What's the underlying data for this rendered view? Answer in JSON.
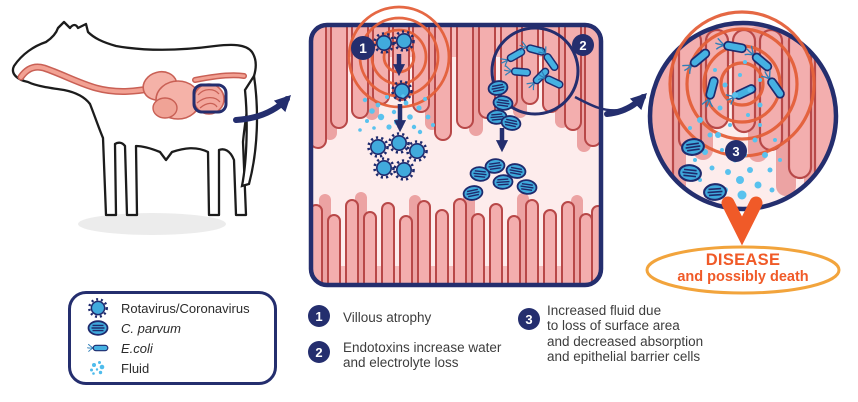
{
  "legend": {
    "items": [
      {
        "icon": "rotavirus-icon",
        "label": "Rotavirus/Coronavirus"
      },
      {
        "icon": "cparvum-icon",
        "label": "C. parvum"
      },
      {
        "icon": "ecoli-icon",
        "label": "E.coli"
      },
      {
        "icon": "fluid-icon",
        "label": "Fluid"
      }
    ]
  },
  "annotations": [
    {
      "number": "1",
      "lines": [
        "Villous atrophy"
      ]
    },
    {
      "number": "2",
      "lines": [
        "Endotoxins increase water",
        "and electrolyte loss"
      ]
    },
    {
      "number": "3",
      "lines": [
        "Increased fluid due",
        "to loss of surface area",
        "and decreased absorption",
        "and epithelial barrier cells"
      ]
    }
  ],
  "outcome": {
    "title": "DISEASE",
    "subtitle": "and possibly death"
  },
  "colors": {
    "navy": "#242e6e",
    "ring_orange": "#e4603a",
    "disease_orange": "#f05a28",
    "ellipse_amber": "#f2a43c",
    "pathogen_blue": "#41aadc",
    "fluid_blue": "#59c2ee",
    "villi_fill": "#f3aeae",
    "villi_outline": "#b84848",
    "band_pink": "#f6bcbc",
    "panel_bg": "#fdecec",
    "text": "#3d3d3d"
  }
}
